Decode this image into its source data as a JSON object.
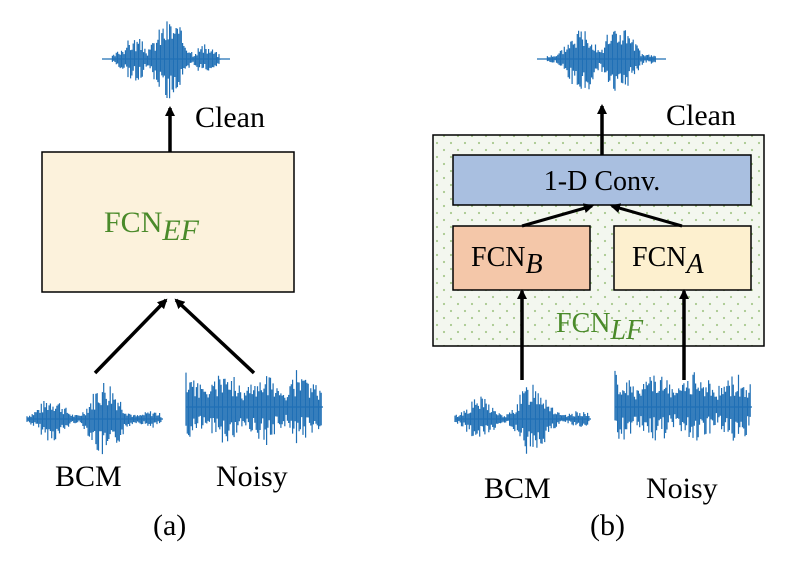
{
  "colors": {
    "wave": "#1f6fb5",
    "ef_box": "#fcf2dc",
    "lf_bg": "#f3f7ef",
    "lf_dots": "#a9c98f",
    "conv_box": "#a9bfe0",
    "fcn_b_box": "#f4c7a9",
    "fcn_a_box": "#fdf0cf",
    "fcn_text_green": "#4a8a2a"
  },
  "panel_a": {
    "output_label": "Clean",
    "model": {
      "name": "FCN",
      "subscript": "EF"
    },
    "inputs": {
      "left": "BCM",
      "right": "Noisy"
    },
    "caption": "(a)"
  },
  "panel_b": {
    "output_label": "Clean",
    "fusion_layer": "1-D Conv.",
    "branch_b": {
      "name": "FCN",
      "subscript": "B"
    },
    "branch_a": {
      "name": "FCN",
      "subscript": "A"
    },
    "model": {
      "name": "FCN",
      "subscript": "LF"
    },
    "inputs": {
      "left": "BCM",
      "right": "Noisy"
    },
    "caption": "(b)"
  }
}
